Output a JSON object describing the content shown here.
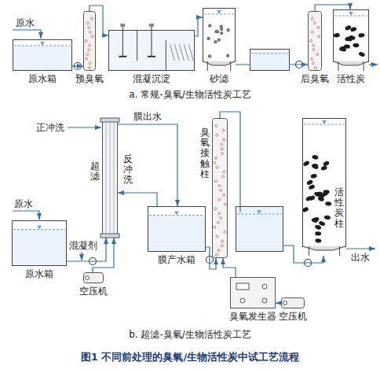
{
  "diagram": {
    "caption": "图1 不同前处理的臭氧/生物活性炭中试工艺流程",
    "nodes": [
      {
        "text": [
          "原水箱"
        ]
      },
      {
        "text": [
          "预臭氧"
        ]
      },
      {
        "text": [
          "混凝沉淀"
        ]
      },
      {
        "text": [
          "砂滤"
        ]
      },
      {
        "text": [
          "后臭氧"
        ]
      },
      {
        "text": [
          "活性炭"
        ]
      },
      {
        "text": [
          "超滤"
        ]
      },
      {
        "text": [
          "原水箱"
        ]
      },
      {
        "text": [
          "空压机"
        ]
      },
      {
        "text": [
          "膜产水箱"
        ]
      },
      {
        "text": [
          "臭氧接触柱"
        ]
      },
      {
        "text": [
          "活性炭柱"
        ]
      },
      {
        "text": [
          "臭氧发生器"
        ]
      },
      {
        "text": [
          "空压机"
        ]
      }
    ],
    "edges": [
      {
        "from": 0,
        "to": 1,
        "arrow": "to"
      },
      {
        "from": 1,
        "to": 2,
        "arrow": "to"
      },
      {
        "from": 2,
        "to": 3,
        "arrow": "to"
      },
      {
        "from": 3,
        "to": 4,
        "arrow": "to"
      },
      {
        "from": 4,
        "to": 5,
        "arrow": "to"
      },
      {
        "from": 7,
        "to": 6,
        "arrow": "to"
      },
      {
        "from": 8,
        "to": 6,
        "arrow": "to"
      },
      {
        "from": 6,
        "to": 9,
        "label": "膜出水",
        "arrow": "to"
      },
      {
        "from": 9,
        "to": 6,
        "label": "反冲洗",
        "arrow": "to"
      },
      {
        "from": 9,
        "to": 10,
        "arrow": "to"
      },
      {
        "from": 10,
        "to": 11,
        "arrow": "to"
      },
      {
        "from": 12,
        "to": 10,
        "arrow": "to"
      },
      {
        "from": 13,
        "to": 12,
        "arrow": "to"
      }
    ],
    "labels": [
      "原水",
      "a. 常规-臭氧/生物活性炭工艺",
      "正冲洗",
      "原水",
      "混凝剂",
      "出水",
      "b. 超滤-臭氧/生物活性炭工艺"
    ]
  }
}
